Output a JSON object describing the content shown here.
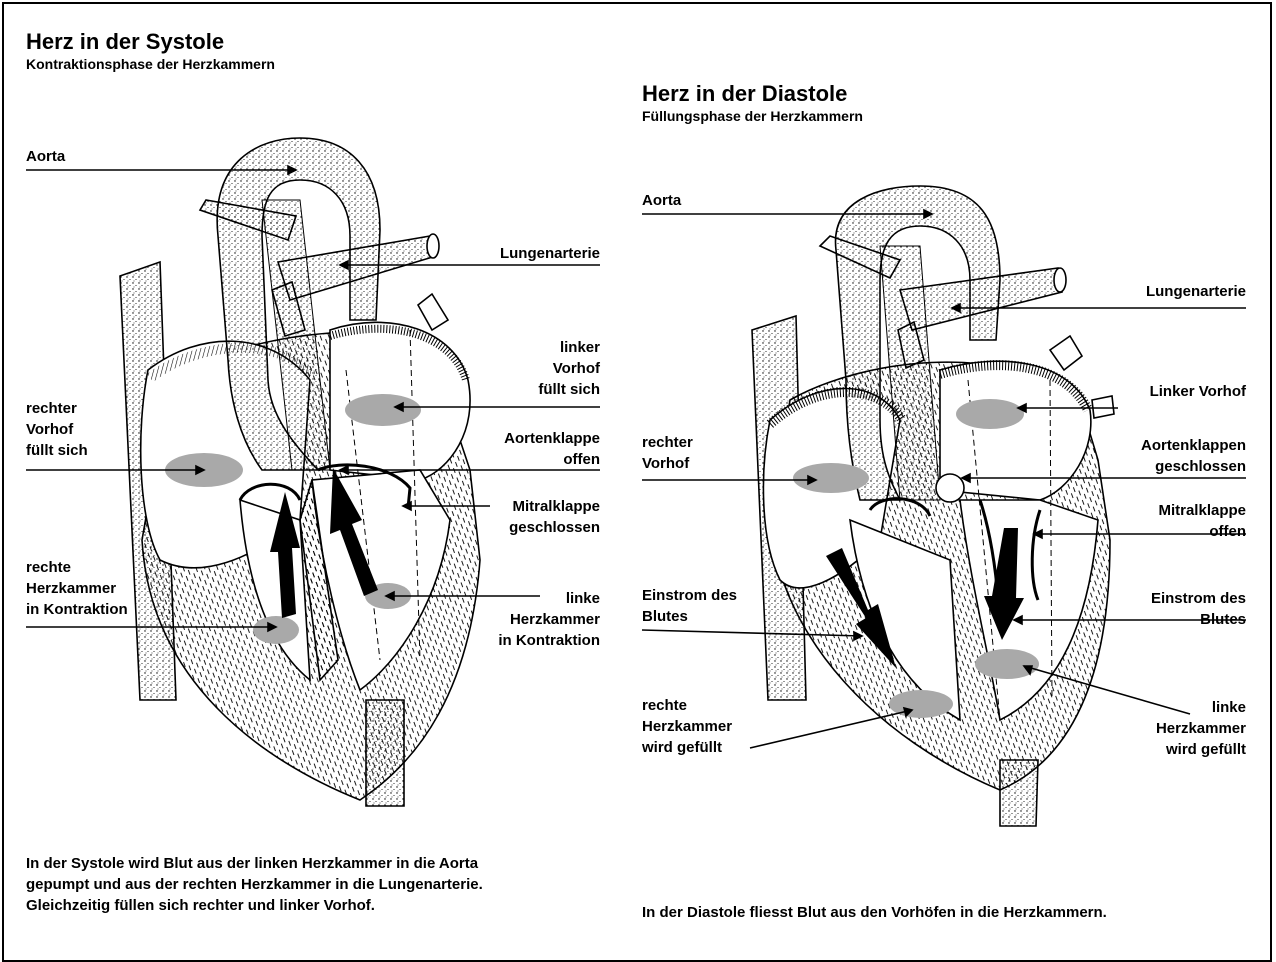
{
  "systole": {
    "title": "Herz in der Systole",
    "subtitle": "Kontraktionsphase der Herzkammern",
    "labels": {
      "aorta": "Aorta",
      "lungenarterie": "Lungenarterie",
      "linker_vorhof": [
        "linker",
        "Vorhof",
        "füllt sich"
      ],
      "rechter_vorhof": [
        "rechter",
        "Vorhof",
        "füllt sich"
      ],
      "aortenklappe": [
        "Aortenklappe",
        "offen"
      ],
      "mitralklappe": [
        "Mitralklappe",
        "geschlossen"
      ],
      "rechte_herzkammer": [
        "rechte",
        "Herzkammer",
        "in Kontraktion"
      ],
      "linke_herzkammer": [
        "linke",
        "Herzkammer",
        "in Kontraktion"
      ]
    },
    "caption": [
      "In der Systole wird Blut aus der linken Herzkammer in die Aorta",
      "gepumpt und aus der rechten Herzkammer in die Lungenarterie.",
      "Gleichzeitig füllen sich rechter und linker Vorhof."
    ]
  },
  "diastole": {
    "title": "Herz in der Diastole",
    "subtitle": "Füllungsphase der Herzkammern",
    "labels": {
      "aorta": "Aorta",
      "lungenarterie": "Lungenarterie",
      "linker_vorhof": "Linker Vorhof",
      "rechter_vorhof": [
        "rechter",
        "Vorhof"
      ],
      "aortenklappen": [
        "Aortenklappen",
        "geschlossen"
      ],
      "mitralklappe": [
        "Mitralklappe",
        "offen"
      ],
      "einstrom_links": [
        "Einstrom des",
        "Blutes"
      ],
      "einstrom_rechts": [
        "Einstrom des",
        "Blutes"
      ],
      "rechte_herzkammer": [
        "rechte",
        "Herzkammer",
        "wird gefüllt"
      ],
      "linke_herzkammer": [
        "linke",
        "Herzkammer",
        "wird gefüllt"
      ]
    },
    "caption": [
      "In der Diastole fliesst Blut aus den Vorhöfen in die Herzkammern."
    ]
  },
  "colors": {
    "marker": "#a9a9a9",
    "ink": "#000000",
    "background": "#ffffff"
  }
}
